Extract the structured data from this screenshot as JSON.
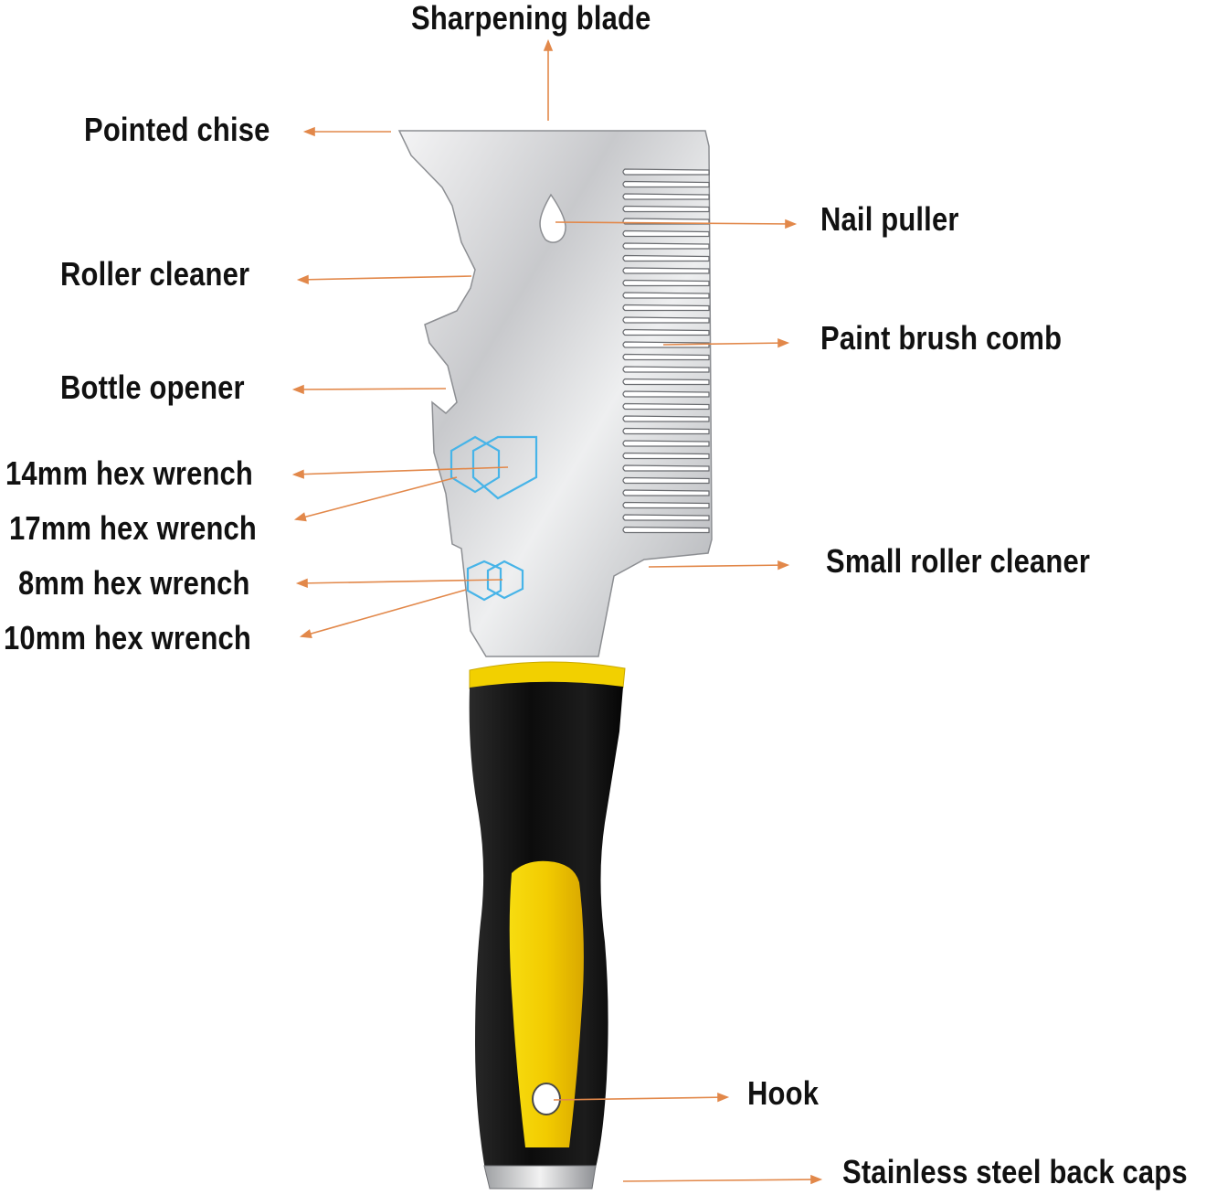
{
  "labels": {
    "sharpening_blade": "Sharpening blade",
    "pointed_chise": "Pointed chise",
    "nail_puller": "Nail puller",
    "roller_cleaner": "Roller cleaner",
    "paint_brush_comb": "Paint brush comb",
    "bottle_opener": "Bottle opener",
    "hex_14mm": "14mm hex wrench",
    "hex_17mm": "17mm hex wrench",
    "small_roller_cleaner": "Small roller cleaner",
    "hex_8mm": "8mm hex wrench",
    "hex_10mm": "10mm hex wrench",
    "hook": "Hook",
    "back_caps": "Stainless steel back caps"
  },
  "colors": {
    "arrow": "#e2884a",
    "hex_outline": "#47b4e8",
    "handle_black": "#141414",
    "handle_yellow": "#f2d000",
    "blade_steel": "#d9dadc",
    "label_text": "#111111"
  },
  "icons": [
    "multi-tool-icon"
  ]
}
